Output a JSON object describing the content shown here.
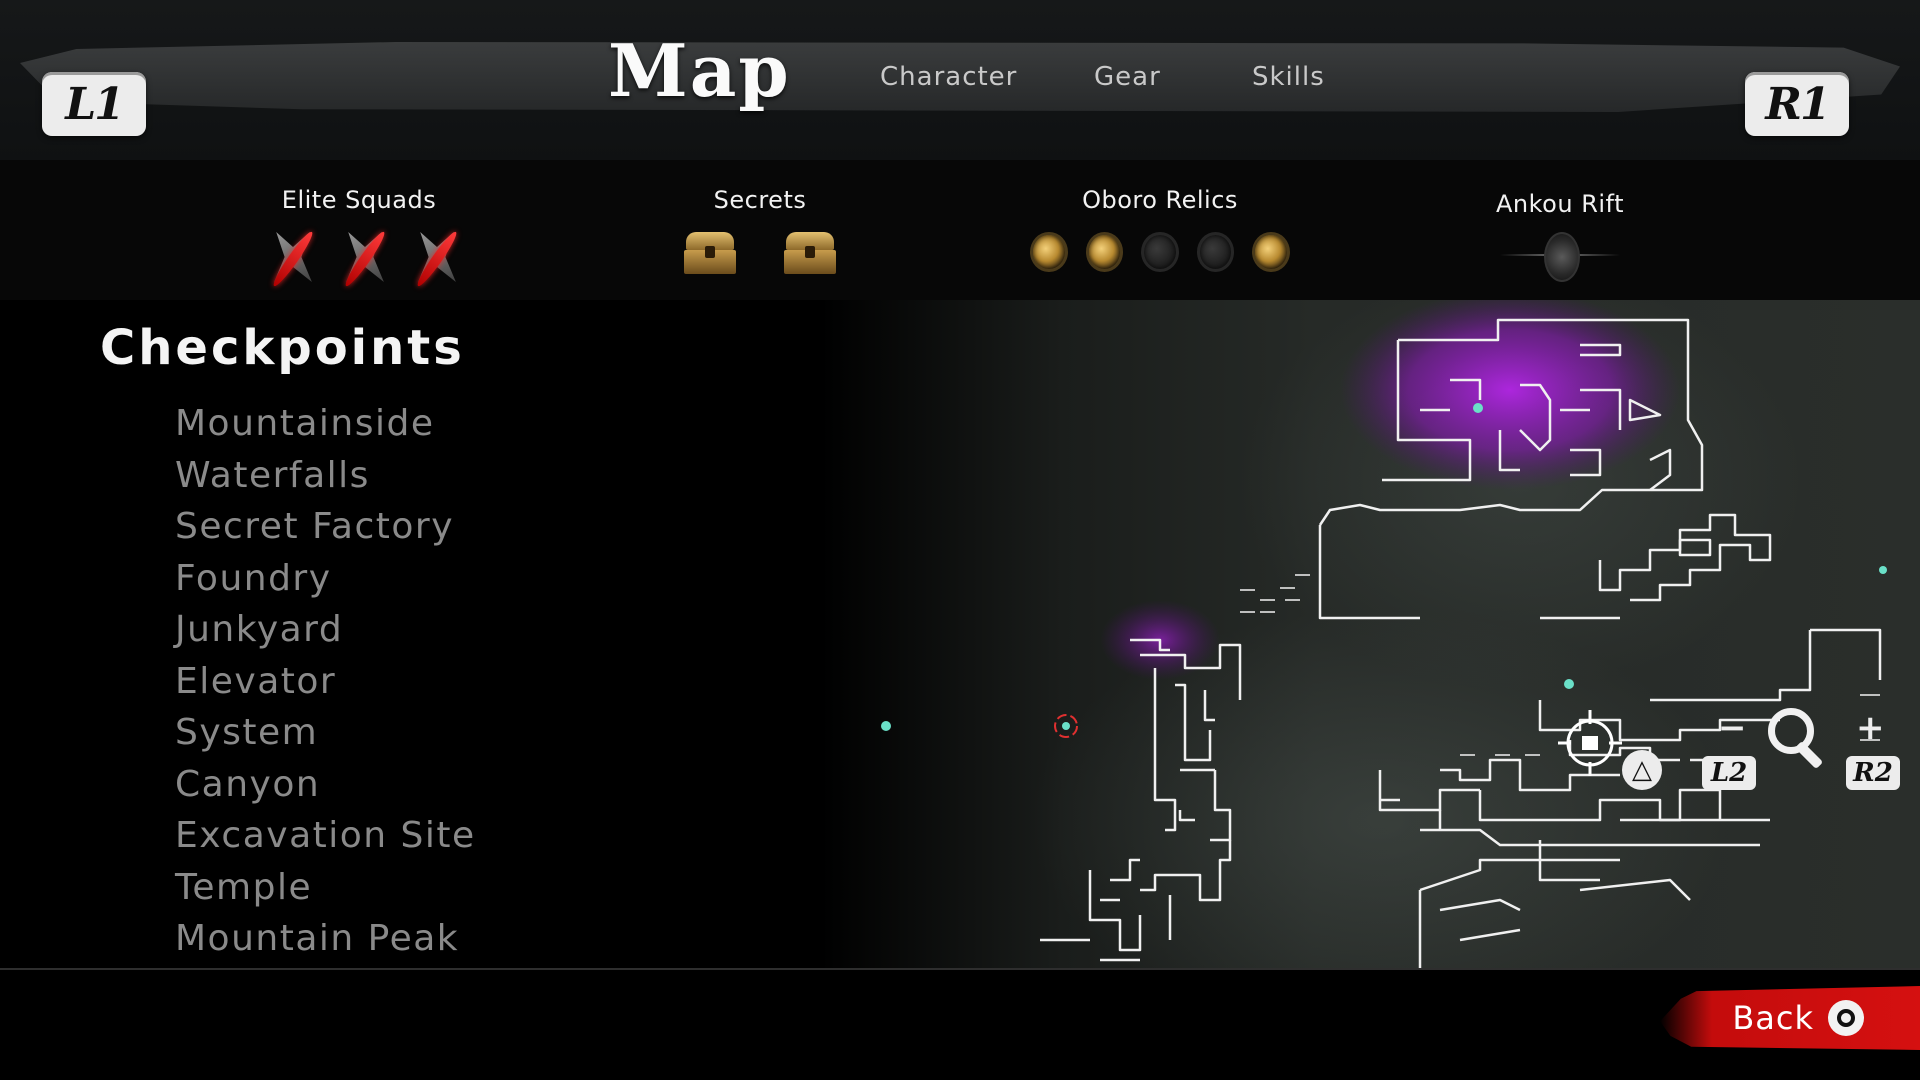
{
  "tabs": {
    "left_button": "L1",
    "right_button": "R1",
    "active": "Map",
    "items": [
      "Character",
      "Gear",
      "Skills"
    ]
  },
  "collectibles": {
    "elite_squads": {
      "label": "Elite Squads",
      "icon": "crossed-blade-icon",
      "count": 3
    },
    "secrets": {
      "label": "Secrets",
      "icon": "treasure-chest-icon",
      "count": 2
    },
    "oboro_relics": {
      "label": "Oboro Relics",
      "icon": "relic-coin-icon",
      "found": [
        true,
        true,
        false,
        false,
        true
      ]
    },
    "ankou_rift": {
      "label": "Ankou Rift",
      "icon": "rift-icon"
    }
  },
  "checkpoints": {
    "title": "Checkpoints",
    "items": [
      "Mountainside",
      "Waterfalls",
      "Secret Factory",
      "Foundry",
      "Junkyard",
      "Elevator",
      "System",
      "Canyon",
      "Excavation Site",
      "Temple",
      "Mountain Peak"
    ]
  },
  "map_controls": {
    "triangle_glyph": "△",
    "zoom_out_button": "L2",
    "zoom_in_button": "R2",
    "minus_glyph": "−",
    "plus_glyph": "+"
  },
  "footer": {
    "back_label": "Back",
    "back_button_icon": "circle-button-icon"
  },
  "colors": {
    "accent_red": "#d51010",
    "relic_gold": "#f3d07a",
    "corrupted_purple": "#a020d0",
    "map_lines": "#f0f0f0"
  }
}
